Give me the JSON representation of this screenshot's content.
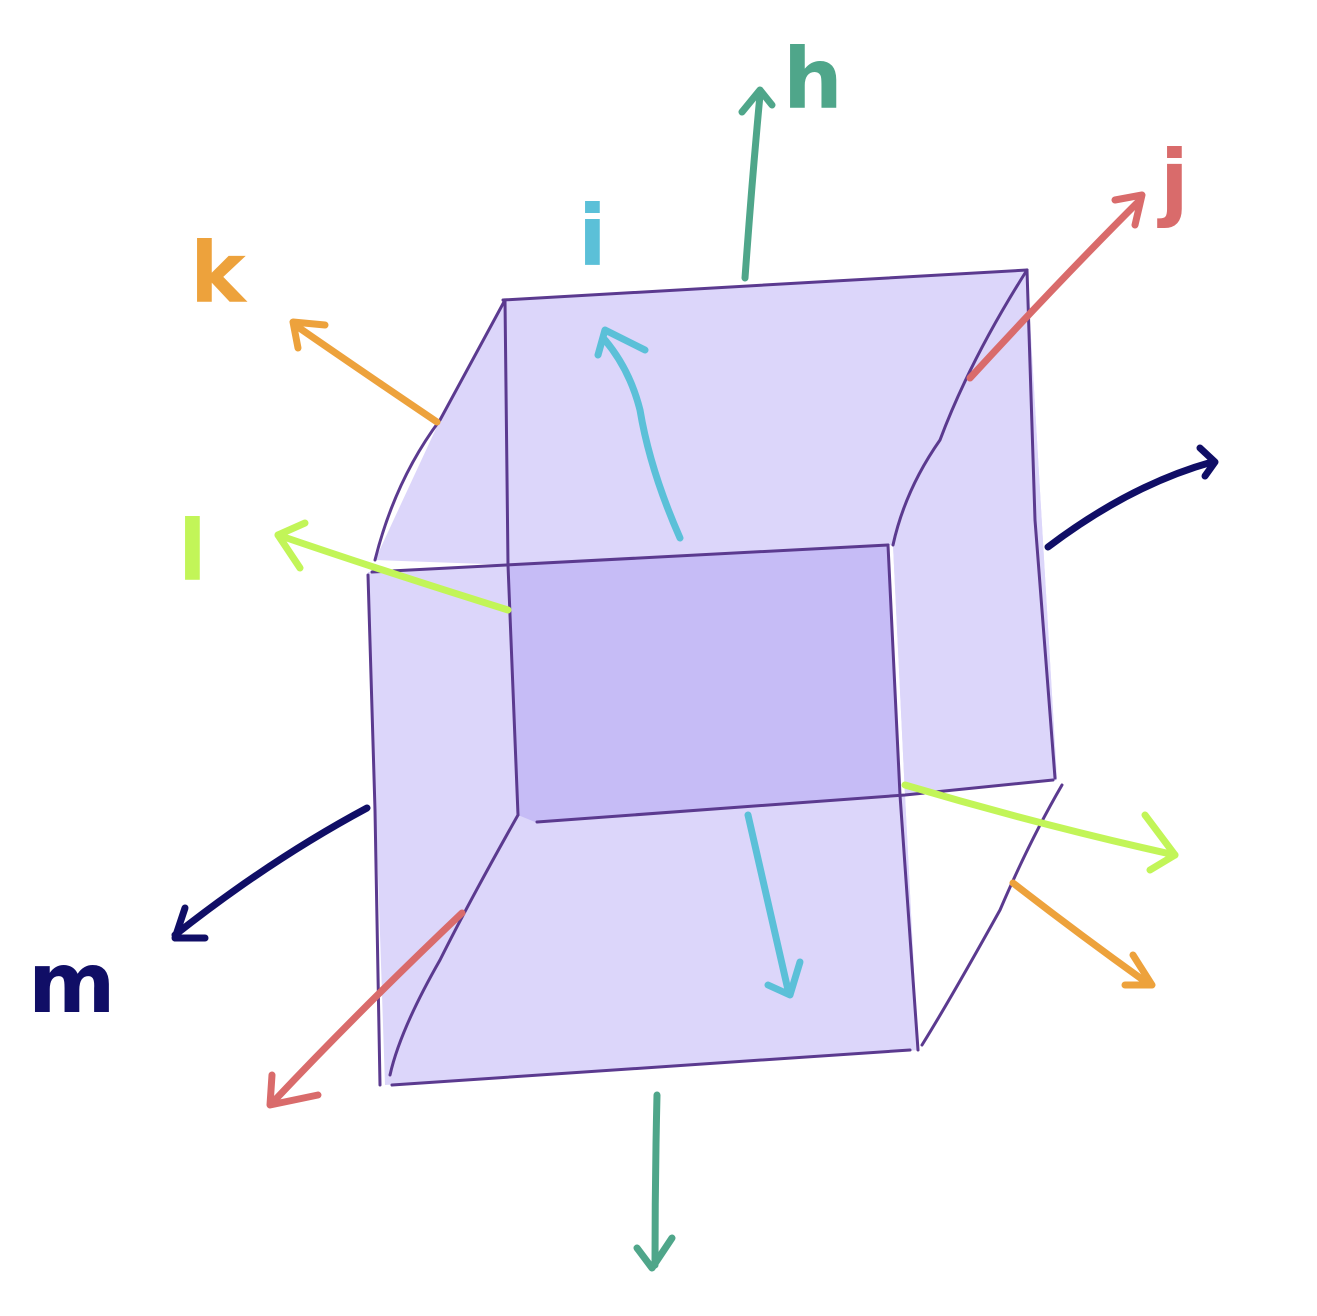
{
  "colors": {
    "outline": "#5b3a8f",
    "face_fill": "#dcd6fa",
    "inner_fill": "#c6bcf6",
    "h": "#4fa68a",
    "i": "#5bc0d8",
    "j": "#d96b6b",
    "k": "#eda23c",
    "l": "#c2f558",
    "m": "#100e66"
  },
  "labels": {
    "h": "h",
    "i": "i",
    "j": "j",
    "k": "k",
    "l": "l",
    "m": "m"
  }
}
